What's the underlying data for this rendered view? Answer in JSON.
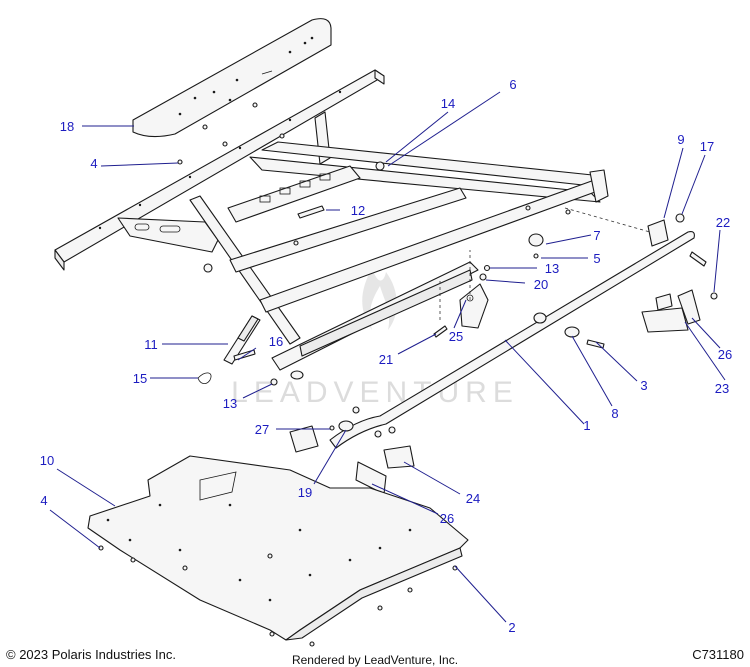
{
  "callouts": [
    {
      "id": "c1",
      "label": "1"
    },
    {
      "id": "c2",
      "label": "2"
    },
    {
      "id": "c3",
      "label": "3"
    },
    {
      "id": "c4a",
      "label": "4"
    },
    {
      "id": "c4b",
      "label": "4"
    },
    {
      "id": "c5",
      "label": "5"
    },
    {
      "id": "c6",
      "label": "6"
    },
    {
      "id": "c7",
      "label": "7"
    },
    {
      "id": "c8",
      "label": "8"
    },
    {
      "id": "c9",
      "label": "9"
    },
    {
      "id": "c10",
      "label": "10"
    },
    {
      "id": "c11",
      "label": "11"
    },
    {
      "id": "c12",
      "label": "12"
    },
    {
      "id": "c13a",
      "label": "13"
    },
    {
      "id": "c13b",
      "label": "13"
    },
    {
      "id": "c14",
      "label": "14"
    },
    {
      "id": "c15",
      "label": "15"
    },
    {
      "id": "c16",
      "label": "16"
    },
    {
      "id": "c17",
      "label": "17"
    },
    {
      "id": "c18",
      "label": "18"
    },
    {
      "id": "c19",
      "label": "19"
    },
    {
      "id": "c20",
      "label": "20"
    },
    {
      "id": "c21",
      "label": "21"
    },
    {
      "id": "c22",
      "label": "22"
    },
    {
      "id": "c23",
      "label": "23"
    },
    {
      "id": "c24",
      "label": "24"
    },
    {
      "id": "c25",
      "label": "25"
    },
    {
      "id": "c26a",
      "label": "26"
    },
    {
      "id": "c26b",
      "label": "26"
    },
    {
      "id": "c27",
      "label": "27"
    }
  ],
  "footer": {
    "copyright": "© 2023 Polaris Industries Inc.",
    "rendered_by": "Rendered by LeadVenture, Inc.",
    "code": "C731180"
  },
  "watermark": {
    "text": "LEADVENTURE"
  }
}
